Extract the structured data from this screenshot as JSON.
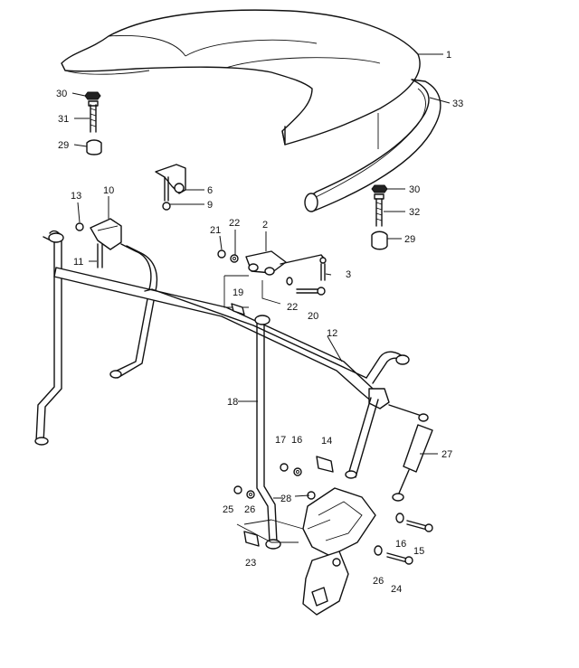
{
  "callouts": [
    {
      "text": "1"
    },
    {
      "text": "33"
    },
    {
      "text": "30"
    },
    {
      "text": "31"
    },
    {
      "text": "29"
    },
    {
      "text": "6"
    },
    {
      "text": "9"
    },
    {
      "text": "30"
    },
    {
      "text": "32"
    },
    {
      "text": "29"
    },
    {
      "text": "13"
    },
    {
      "text": "10"
    },
    {
      "text": "11"
    },
    {
      "text": "21"
    },
    {
      "text": "22"
    },
    {
      "text": "2"
    },
    {
      "text": "3"
    },
    {
      "text": "19"
    },
    {
      "text": "22"
    },
    {
      "text": "20"
    },
    {
      "text": "12"
    },
    {
      "text": "18"
    },
    {
      "text": "17"
    },
    {
      "text": "16"
    },
    {
      "text": "14"
    },
    {
      "text": "27"
    },
    {
      "text": "28"
    },
    {
      "text": "25"
    },
    {
      "text": "26"
    },
    {
      "text": "16"
    },
    {
      "text": "15"
    },
    {
      "text": "23"
    },
    {
      "text": "26"
    },
    {
      "text": "24"
    }
  ]
}
